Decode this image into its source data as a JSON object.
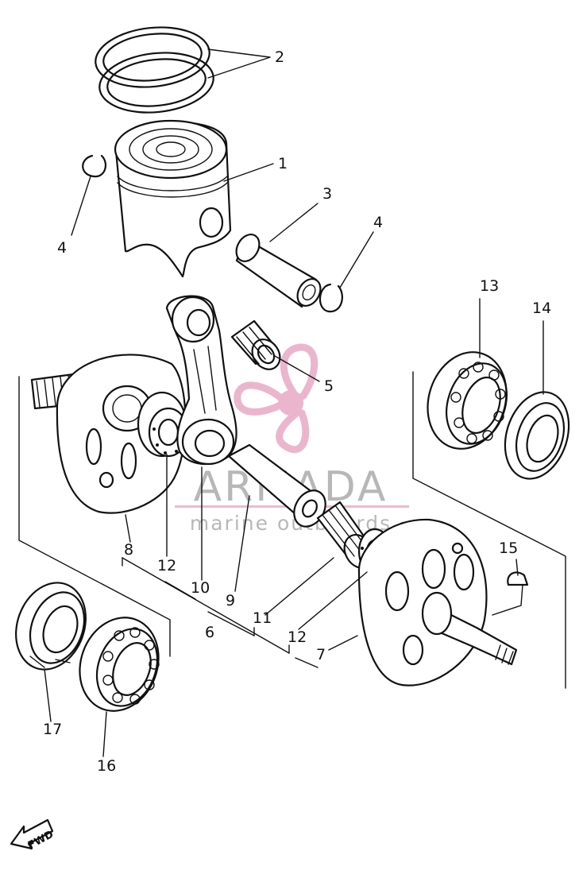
{
  "watermark": {
    "brand": "ARMADA",
    "tagline": "marine outboards",
    "brand_color": "#e9a9c6",
    "text_color": "#9a9a9a"
  },
  "callouts": [
    {
      "id": "1",
      "text": "1"
    },
    {
      "id": "2",
      "text": "2"
    },
    {
      "id": "3",
      "text": "3"
    },
    {
      "id": "4a",
      "text": "4"
    },
    {
      "id": "4b",
      "text": "4"
    },
    {
      "id": "5",
      "text": "5"
    },
    {
      "id": "6",
      "text": "6"
    },
    {
      "id": "7",
      "text": "7"
    },
    {
      "id": "8",
      "text": "8"
    },
    {
      "id": "9",
      "text": "9"
    },
    {
      "id": "10",
      "text": "10"
    },
    {
      "id": "11",
      "text": "11"
    },
    {
      "id": "12a",
      "text": "12"
    },
    {
      "id": "12b",
      "text": "12"
    },
    {
      "id": "13",
      "text": "13"
    },
    {
      "id": "14",
      "text": "14"
    },
    {
      "id": "15",
      "text": "15"
    },
    {
      "id": "16",
      "text": "16"
    },
    {
      "id": "17",
      "text": "17"
    }
  ],
  "fwd_label": "FWD"
}
